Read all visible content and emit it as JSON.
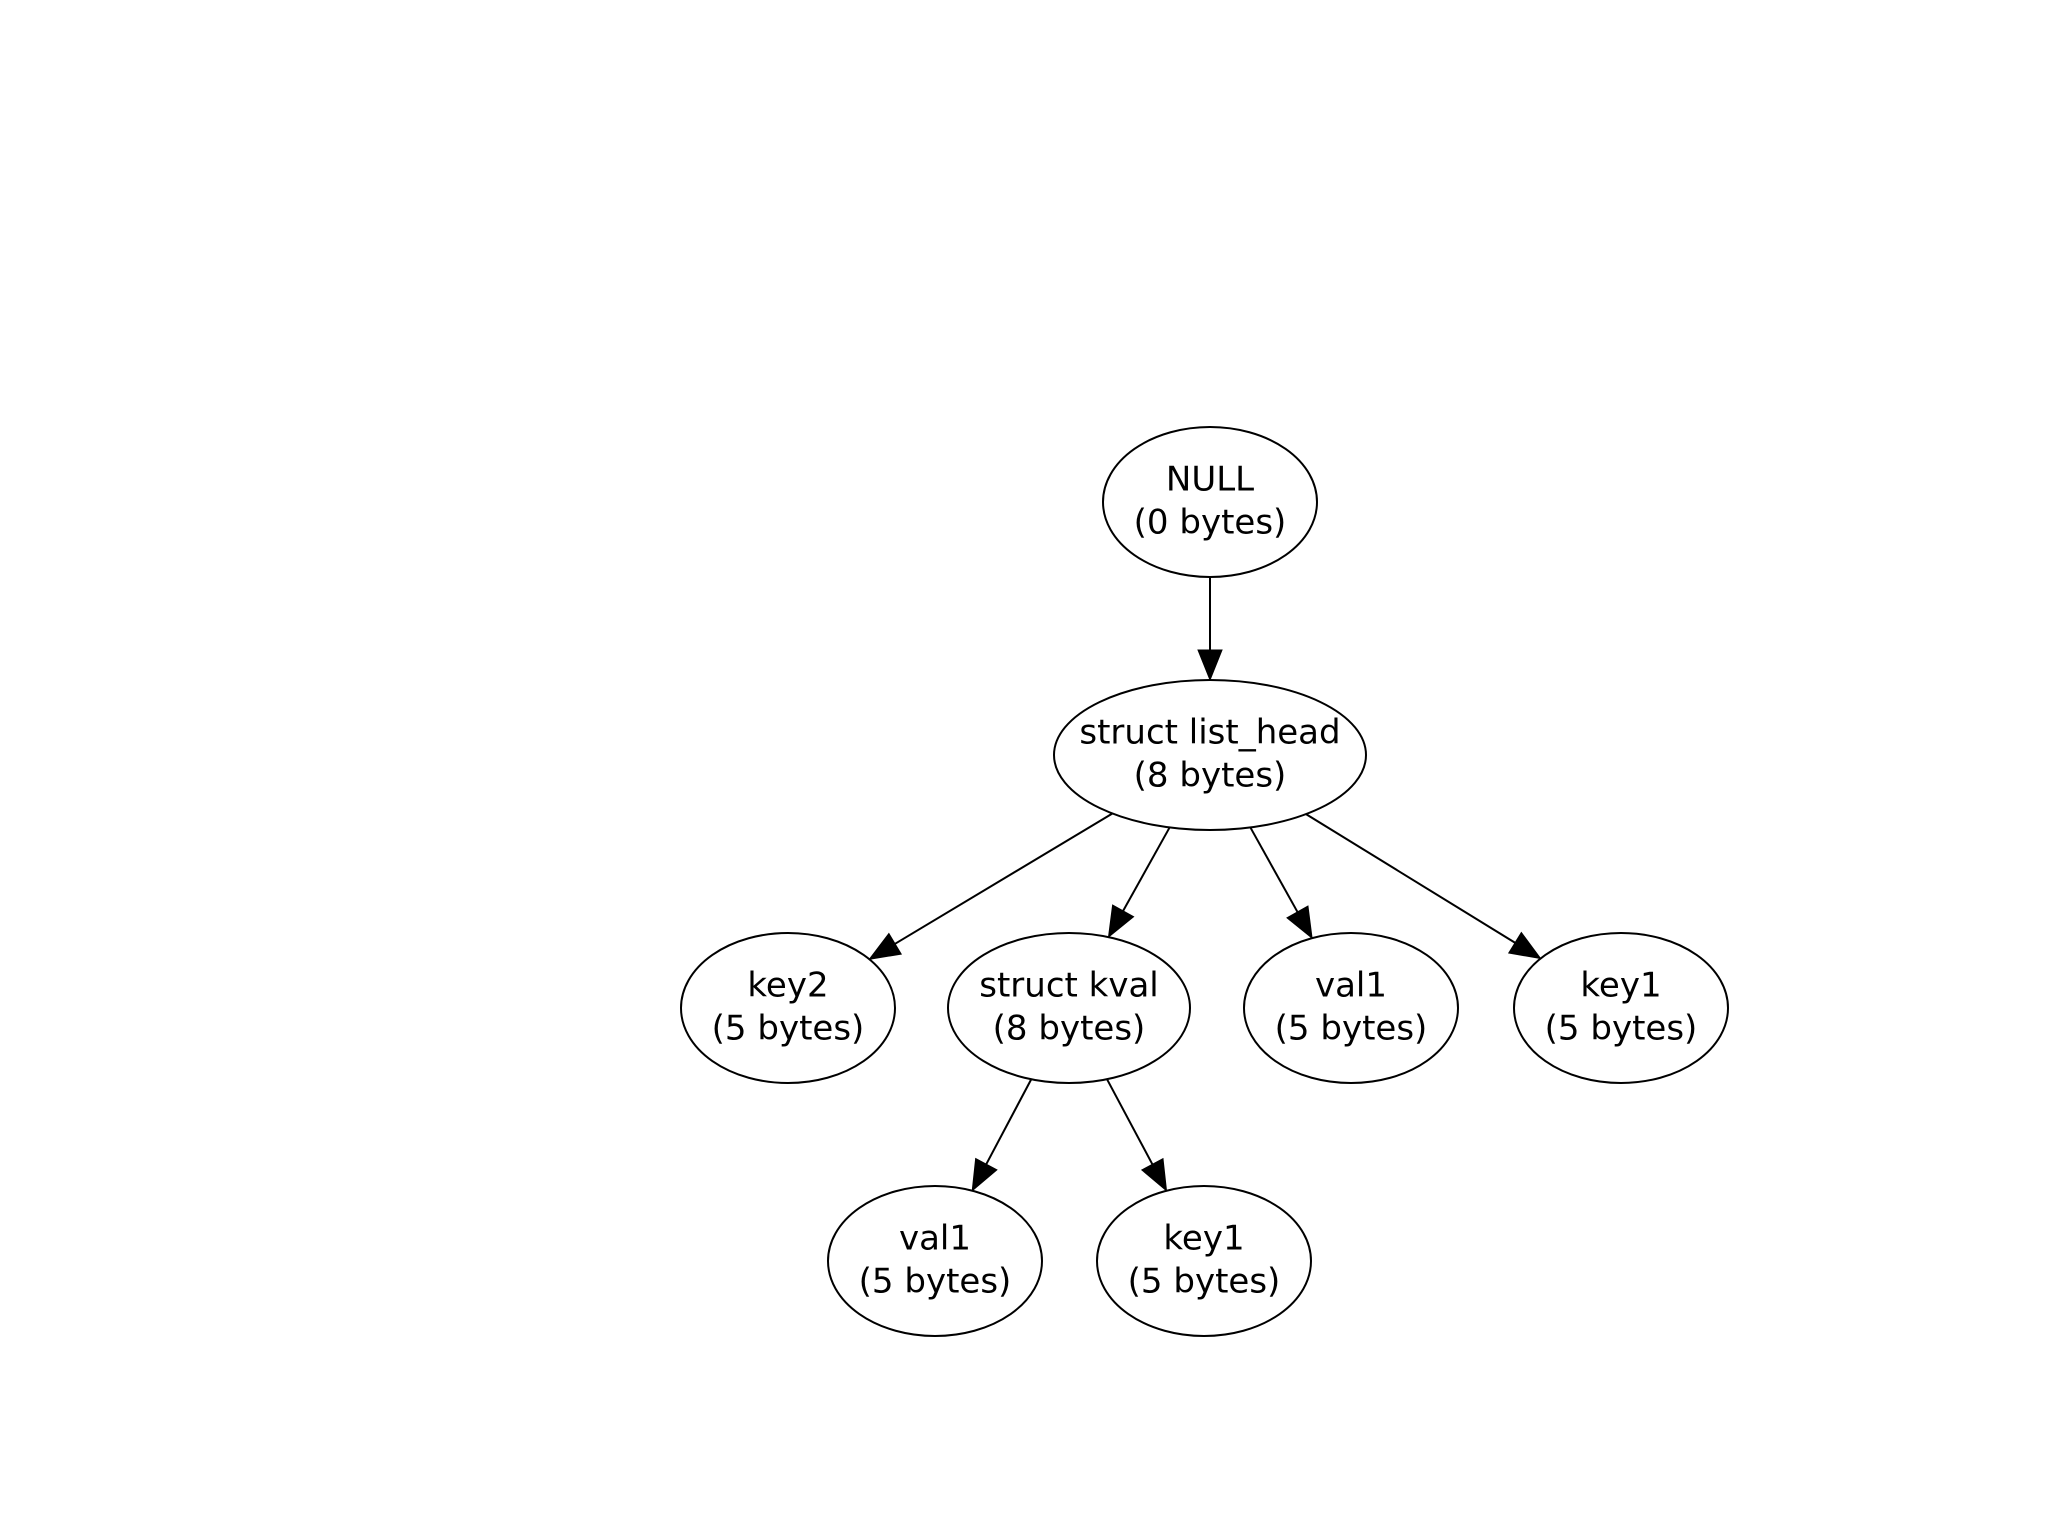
{
  "nodes": {
    "null_node": {
      "name": "NULL",
      "size": "(0 bytes)"
    },
    "list_head": {
      "name": "struct list_head",
      "size": "(8 bytes)"
    },
    "key2": {
      "name": "key2",
      "size": "(5 bytes)"
    },
    "kval": {
      "name": "struct kval",
      "size": "(8 bytes)"
    },
    "val1_top": {
      "name": "val1",
      "size": "(5 bytes)"
    },
    "key1_top": {
      "name": "key1",
      "size": "(5 bytes)"
    },
    "val1_bottom": {
      "name": "val1",
      "size": "(5 bytes)"
    },
    "key1_bottom": {
      "name": "key1",
      "size": "(5 bytes)"
    }
  },
  "edges": [
    {
      "from": "null_node",
      "to": "list_head"
    },
    {
      "from": "list_head",
      "to": "key2"
    },
    {
      "from": "list_head",
      "to": "kval"
    },
    {
      "from": "list_head",
      "to": "val1_top"
    },
    {
      "from": "list_head",
      "to": "key1_top"
    },
    {
      "from": "kval",
      "to": "val1_bottom"
    },
    {
      "from": "kval",
      "to": "key1_bottom"
    }
  ]
}
